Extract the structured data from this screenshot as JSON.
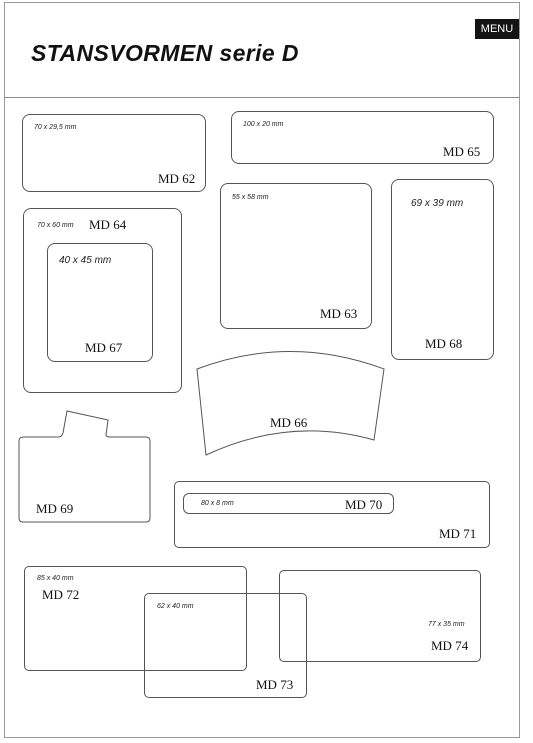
{
  "header": {
    "title": "STANSVORMEN serie D",
    "menu_label": "MENU"
  },
  "shapes": {
    "md62": {
      "code": "MD 62",
      "dim": "70 x 29,5 mm"
    },
    "md65": {
      "code": "MD 65",
      "dim": "100 x 20 mm"
    },
    "md64": {
      "code": "MD 64",
      "dim": "70 x 60 mm"
    },
    "md67": {
      "code": "MD 67",
      "dim": "40 x 45 mm"
    },
    "md63": {
      "code": "MD 63",
      "dim": "55 x 58 mm"
    },
    "md68": {
      "code": "MD 68",
      "dim": "69 x 39 mm"
    },
    "md66": {
      "code": "MD 66"
    },
    "md69": {
      "code": "MD 69"
    },
    "md70": {
      "code": "MD 70",
      "dim": "80 x 8 mm"
    },
    "md71": {
      "code": "MD 71"
    },
    "md72": {
      "code": "MD 72",
      "dim": "85 x 40 mm"
    },
    "md73": {
      "code": "MD 73",
      "dim": "62 x 40 mm"
    },
    "md74": {
      "code": "MD 74",
      "dim": "77 x 35 mm"
    }
  }
}
